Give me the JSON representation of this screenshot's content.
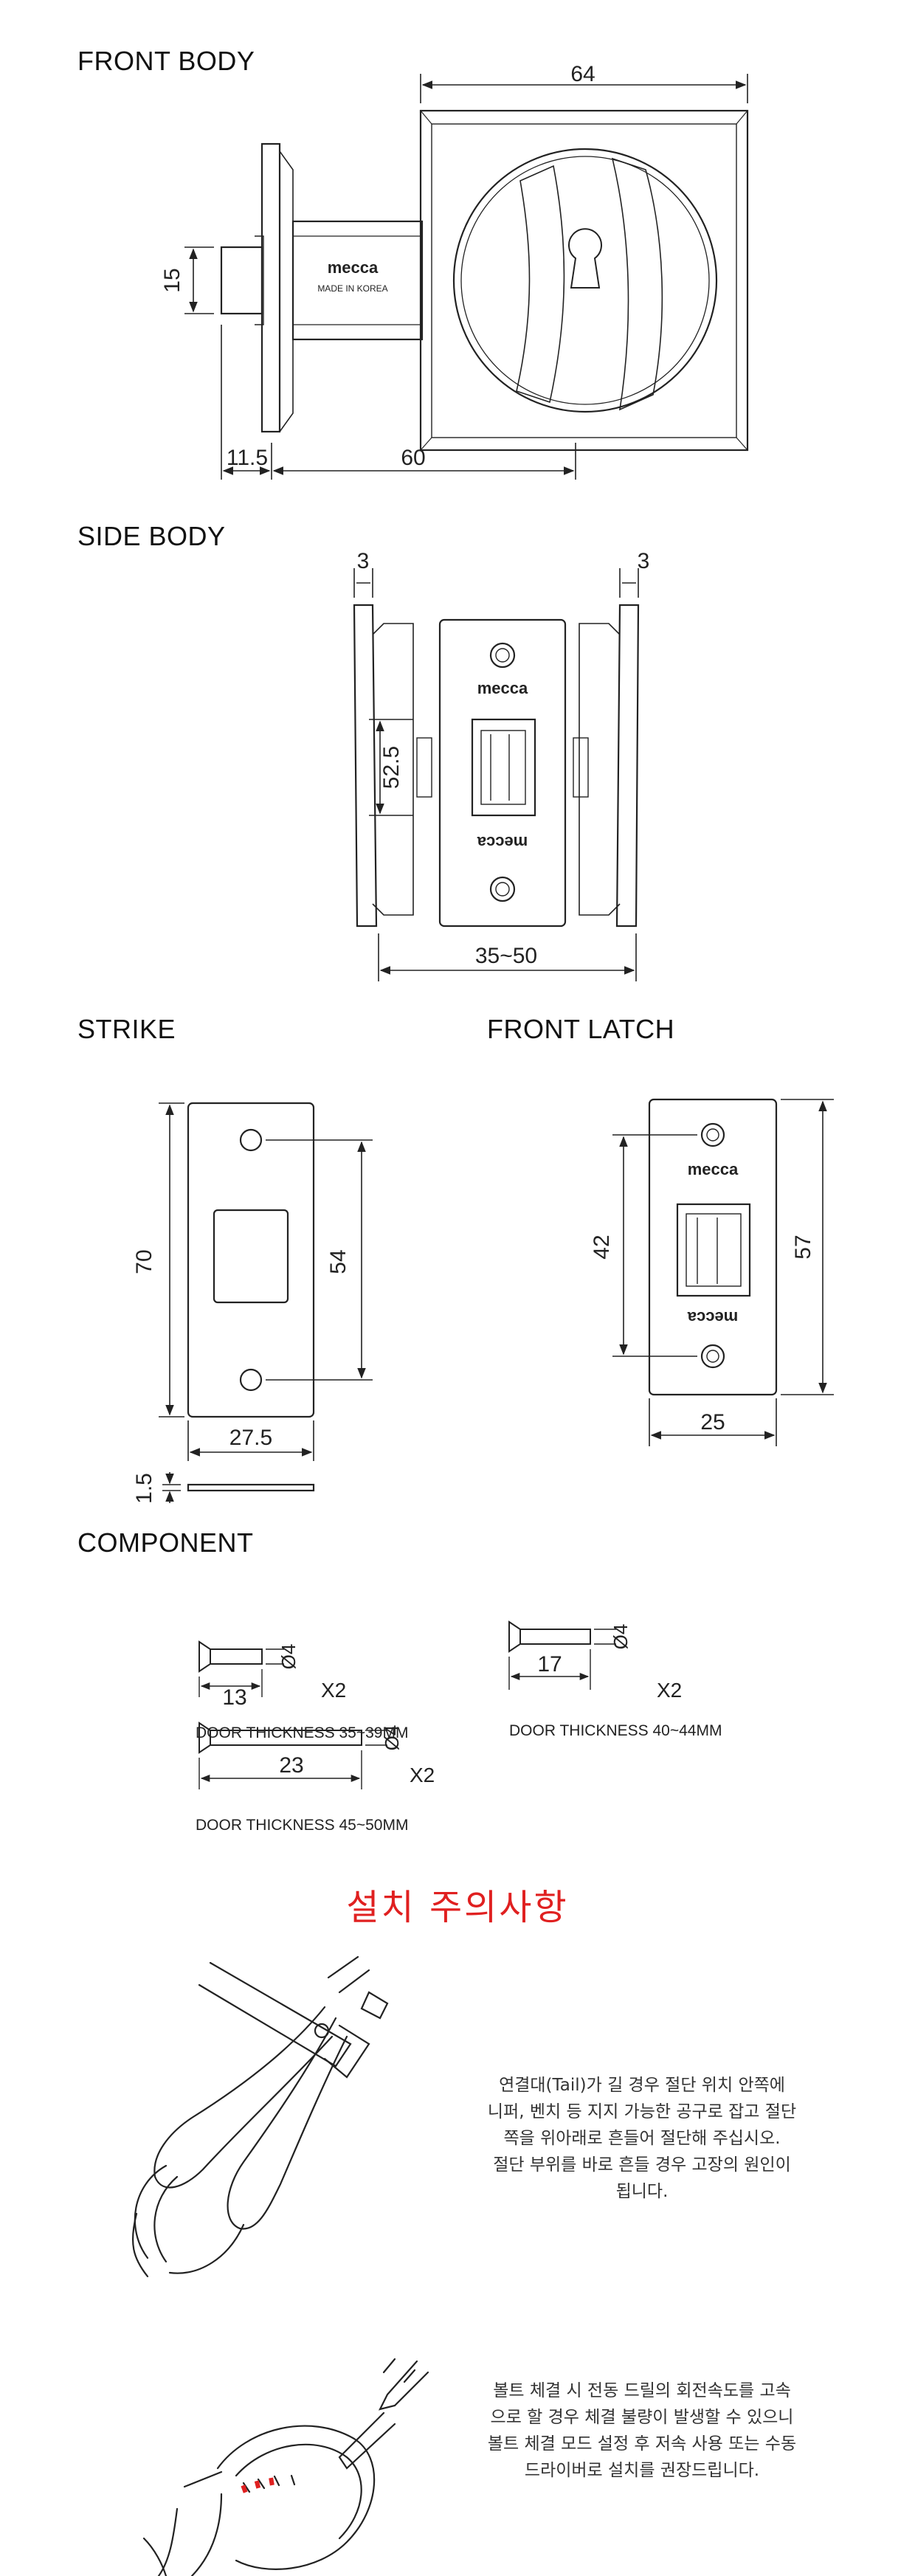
{
  "sections": {
    "front_body": "FRONT BODY",
    "side_body": "SIDE BODY",
    "strike": "STRIKE",
    "front_latch": "FRONT LATCH",
    "component": "COMPONENT"
  },
  "front_body": {
    "dim_width": "64",
    "dim_height": "15",
    "dim_left": "11.5",
    "dim_depth": "60",
    "brand": "mecca",
    "made_in": "MADE IN KOREA"
  },
  "side_body": {
    "dim_left_plate": "3",
    "dim_right_plate": "3",
    "dim_height": "52.5",
    "dim_range": "35~50",
    "brand": "mecca"
  },
  "strike": {
    "dim_height": "70",
    "dim_hole_spacing": "54",
    "dim_width": "27.5",
    "dim_thickness": "1.5"
  },
  "front_latch": {
    "dim_hole_spacing": "42",
    "dim_height": "57",
    "dim_width": "25",
    "brand": "mecca"
  },
  "component": {
    "screws": [
      {
        "length": "13",
        "diameter": "Ø4",
        "qty": "X2",
        "caption": "DOOR THICKNESS 35~39MM"
      },
      {
        "length": "17",
        "diameter": "Ø4",
        "qty": "X2",
        "caption": "DOOR THICKNESS 40~44MM"
      },
      {
        "length": "23",
        "diameter": "Ø4",
        "qty": "X2",
        "caption": "DOOR THICKNESS 45~50MM"
      }
    ]
  },
  "caution": {
    "title": "설치 주의사항",
    "note1": [
      "연결대(Tail)가 길 경우 절단 위치 안쪽에",
      "니퍼, 벤치 등 지지 가능한 공구로 잡고 절단",
      "쪽을 위아래로 흔들어 절단해 주십시오.",
      "절단 부위를 바로 흔들 경우 고장의 원인이",
      "됩니다."
    ],
    "note2": [
      "볼트 체결 시 전동 드릴의 회전속도를 고속",
      "으로 할 경우 체결 불량이 발생할 수 있으니",
      "볼트 체결 모드 설정 후 저속 사용 또는 수동",
      "드라이버로 설치를 권장드립니다."
    ]
  }
}
